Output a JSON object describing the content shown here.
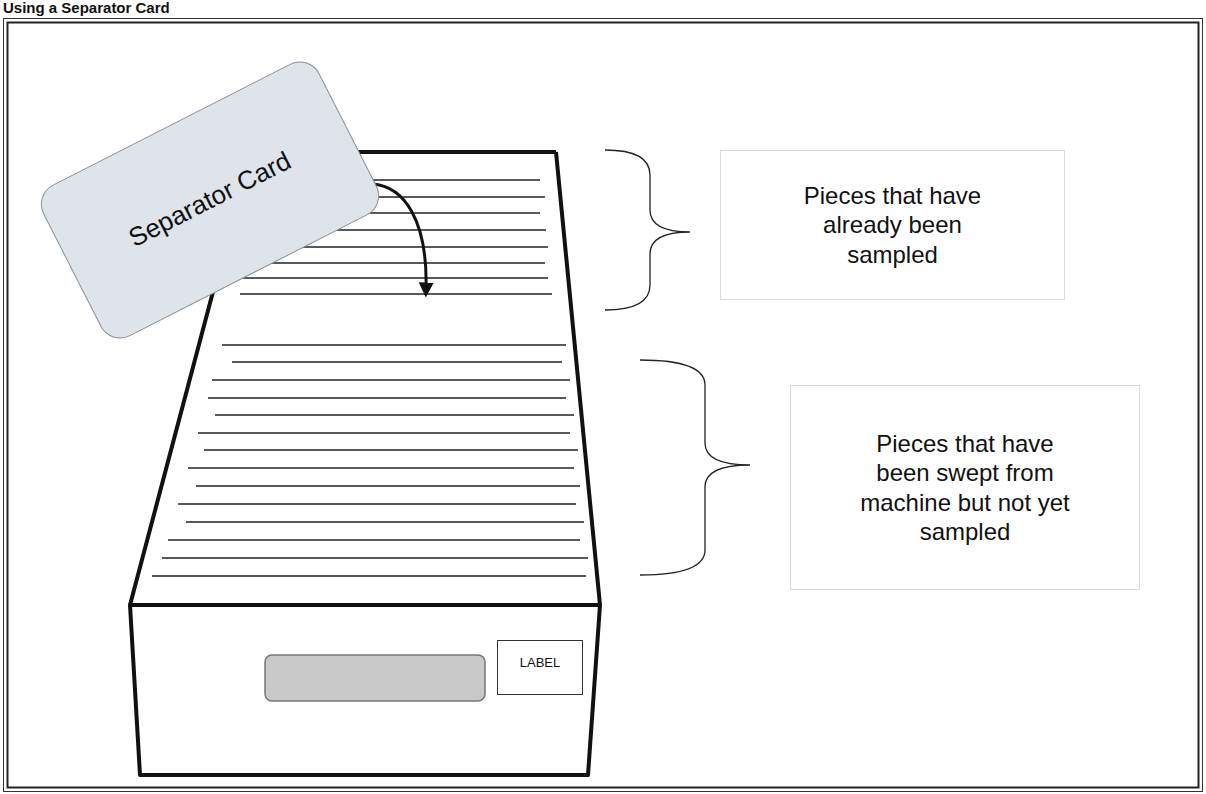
{
  "diagram": {
    "title": "Using a Separator Card",
    "nodes": [
      {
        "text": [
          "Separator Card"
        ]
      },
      {
        "text": [
          "Pieces that have already been sampled"
        ]
      },
      {
        "text": [
          "Pieces that have been swept from machine but not yet sampled"
        ]
      },
      {
        "text": [
          "LABEL"
        ]
      }
    ]
  }
}
